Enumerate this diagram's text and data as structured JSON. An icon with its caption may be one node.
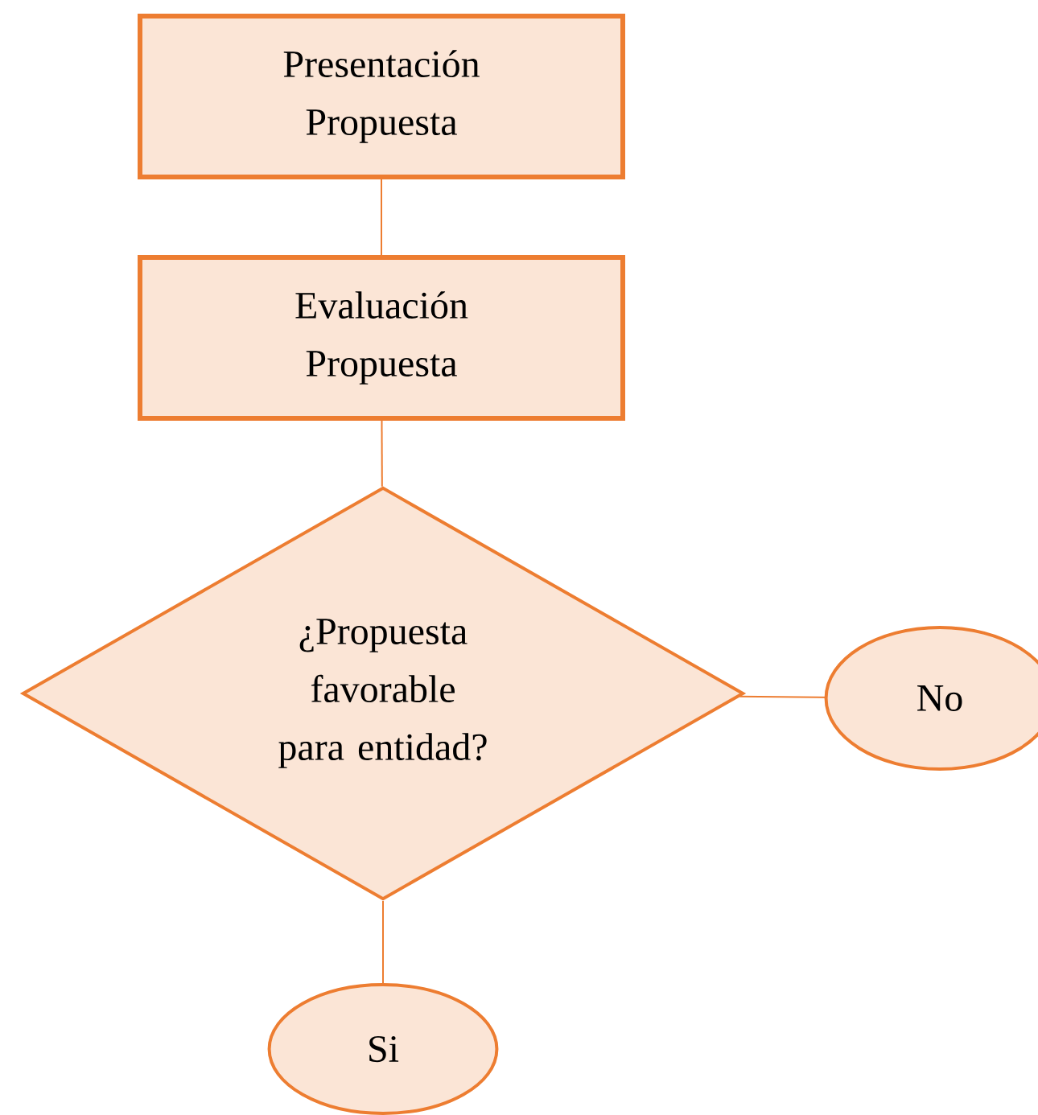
{
  "diagram": {
    "nodes": [
      {
        "text": [
          "Presentación Propuesta"
        ]
      },
      {
        "text": [
          "Evaluación Propuesta"
        ]
      },
      {
        "text": [
          "¿Propuesta favorable para entidad?"
        ]
      },
      {
        "text": [
          "No"
        ]
      },
      {
        "text": [
          "Si"
        ]
      }
    ],
    "edges": [
      {
        "from": 0,
        "to": 1,
        "arrow": "none"
      },
      {
        "from": 1,
        "to": 2,
        "arrow": "none"
      },
      {
        "from": 2,
        "to": 3,
        "arrow": "none"
      },
      {
        "from": 2,
        "to": 4,
        "arrow": "none"
      }
    ]
  }
}
